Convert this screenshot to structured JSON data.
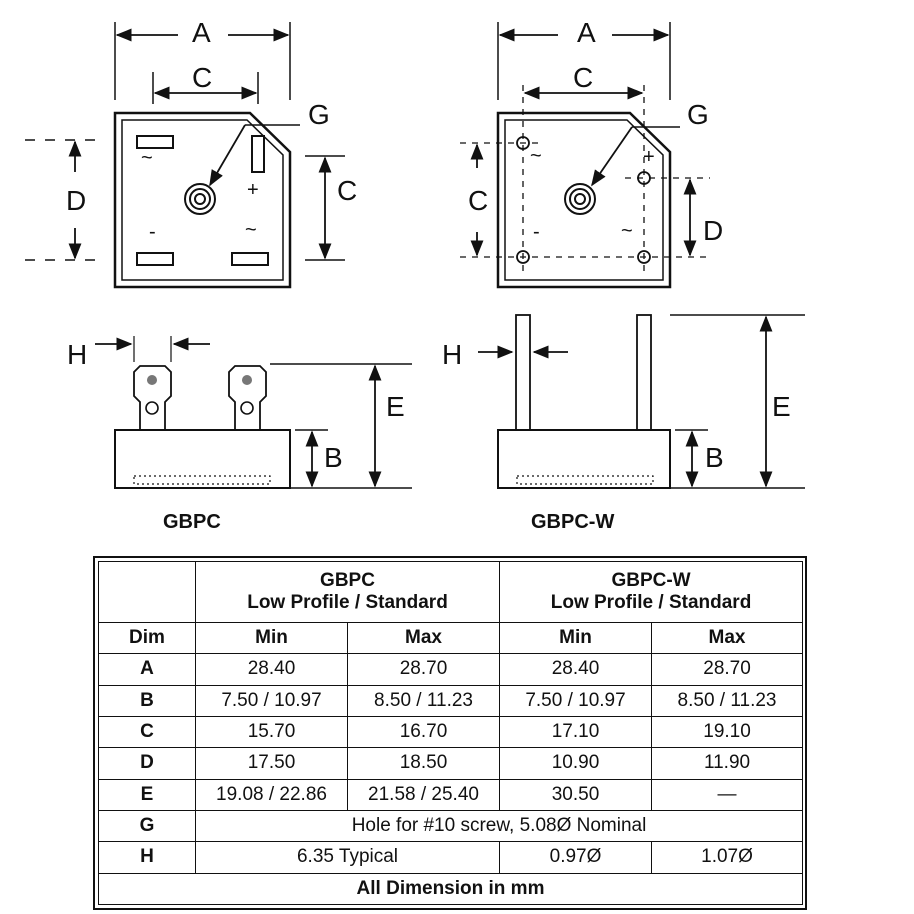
{
  "drawing": {
    "packages": [
      {
        "name": "GBPC",
        "top_view": {
          "dims": [
            "A",
            "C",
            "G",
            "D",
            "C"
          ],
          "pin_marks": [
            "~",
            "+",
            "-",
            "~"
          ]
        },
        "side_view": {
          "dims": [
            "H",
            "E",
            "B"
          ]
        }
      },
      {
        "name": "GBPC-W",
        "top_view": {
          "dims": [
            "A",
            "C",
            "G",
            "C",
            "D"
          ],
          "pin_marks": [
            "~",
            "+",
            "-",
            "~"
          ]
        },
        "side_view": {
          "dims": [
            "H",
            "E",
            "B"
          ]
        }
      }
    ]
  },
  "table": {
    "col_groups": [
      {
        "line1": "GBPC",
        "line2": "Low Profile / Standard"
      },
      {
        "line1": "GBPC-W",
        "line2": "Low Profile / Standard"
      }
    ],
    "subheaders": [
      "Dim",
      "Min",
      "Max",
      "Min",
      "Max"
    ],
    "rows": [
      {
        "dim": "A",
        "cells": [
          "28.40",
          "28.70",
          "28.40",
          "28.70"
        ]
      },
      {
        "dim": "B",
        "cells": [
          "7.50 / 10.97",
          "8.50 / 11.23",
          "7.50 / 10.97",
          "8.50 / 11.23"
        ]
      },
      {
        "dim": "C",
        "cells": [
          "15.70",
          "16.70",
          "17.10",
          "19.10"
        ]
      },
      {
        "dim": "D",
        "cells": [
          "17.50",
          "18.50",
          "10.90",
          "11.90"
        ]
      },
      {
        "dim": "E",
        "cells": [
          "19.08 / 22.86",
          "21.58 / 25.40",
          "30.50",
          "—"
        ]
      },
      {
        "dim": "G",
        "span_all": "Hole for #10 screw, 5.08Ø Nominal"
      },
      {
        "dim": "H",
        "cells_h": [
          "6.35 Typical",
          "0.97Ø",
          "1.07Ø"
        ]
      }
    ],
    "footer": "All Dimension in mm"
  }
}
